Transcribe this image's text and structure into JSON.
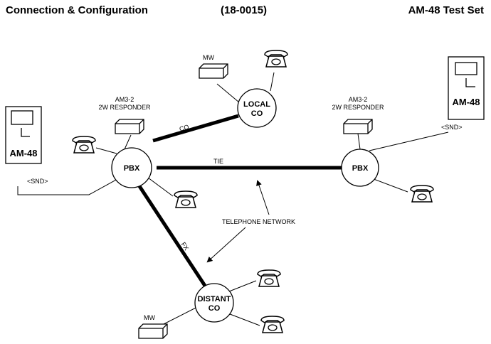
{
  "header": {
    "left": "Connection & Configuration",
    "center": "(18-0015)",
    "right": "AM-48 Test Set"
  },
  "nodes": {
    "pbx_left": "PBX",
    "pbx_right": "PBX",
    "local_co": [
      "LOCAL",
      "CO"
    ],
    "distant_co": [
      "DISTANT",
      "CO"
    ]
  },
  "links": {
    "co": "CO",
    "tie": "TIE",
    "fx": "FX"
  },
  "devices": {
    "am48_left": {
      "label": "AM-48",
      "port": "<SND>"
    },
    "am48_right": {
      "label": "AM-48",
      "port": "<SND>"
    },
    "responder_left": [
      "AM3-2",
      "2W RESPONDER"
    ],
    "responder_right": [
      "AM3-2",
      "2W RESPONDER"
    ],
    "mw_top": "MW",
    "mw_bottom": "MW"
  },
  "annotations": {
    "network": "TELEPHONE NETWORK"
  }
}
